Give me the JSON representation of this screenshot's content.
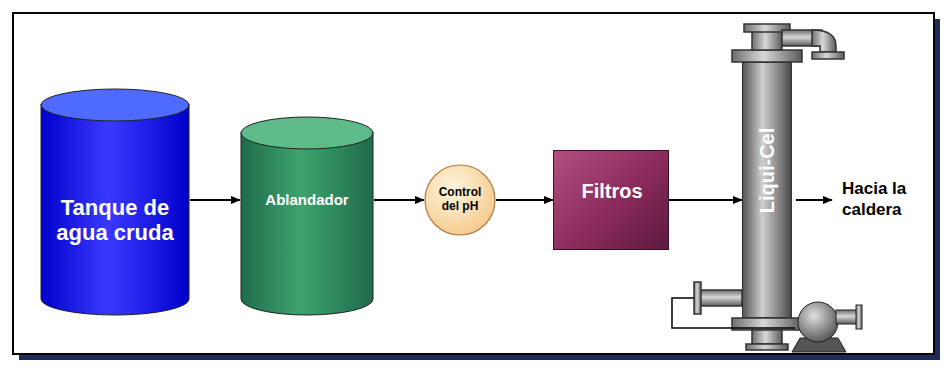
{
  "diagram": {
    "nodes": [
      {
        "text": [
          "Tanque de agua cruda"
        ]
      },
      {
        "text": [
          "Ablandador"
        ]
      },
      {
        "text": [
          "Control del pH"
        ]
      },
      {
        "text": [
          "Filtros"
        ]
      },
      {
        "text": [
          "Liqui-Cel"
        ]
      }
    ],
    "edges": [
      {
        "from": 0,
        "to": 1,
        "arrow": "to"
      },
      {
        "from": 1,
        "to": 2,
        "arrow": "to"
      },
      {
        "from": 2,
        "to": 3,
        "arrow": "to"
      },
      {
        "from": 3,
        "to": 4,
        "arrow": "to"
      }
    ],
    "labels": [
      "Hacia la caldera"
    ]
  }
}
